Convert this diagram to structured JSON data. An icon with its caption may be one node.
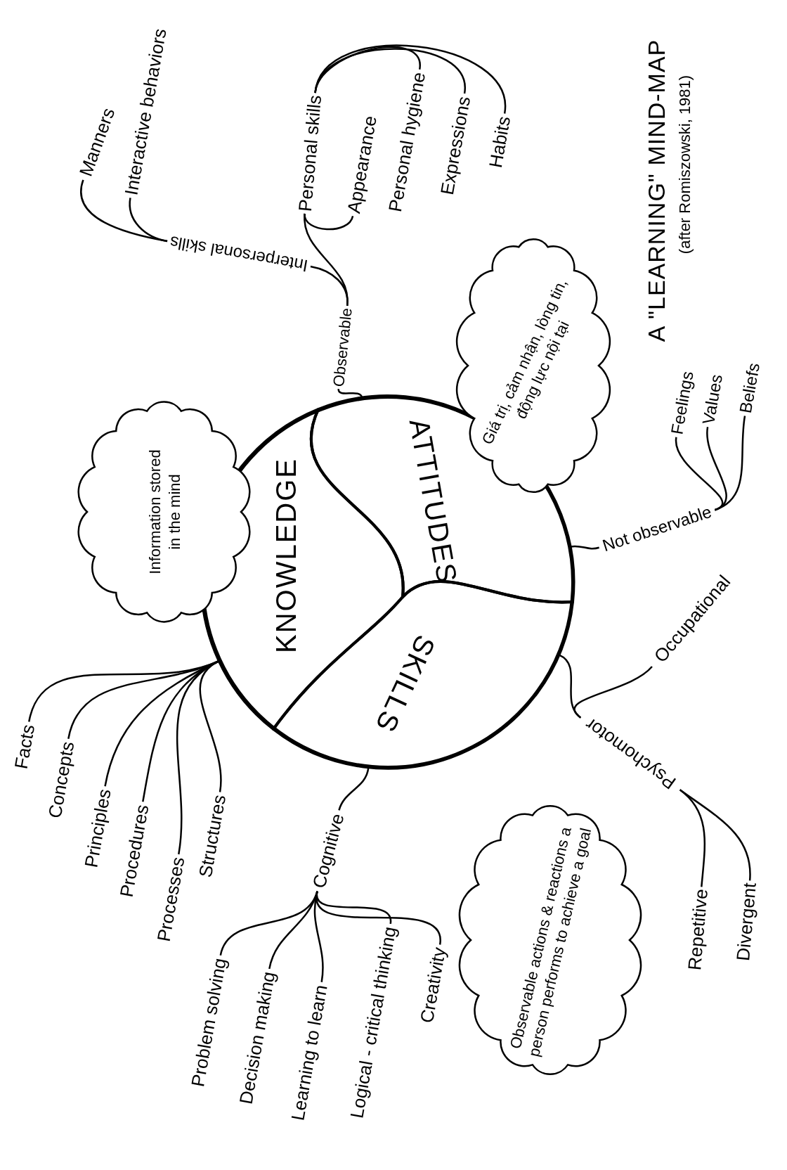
{
  "diagram": {
    "title": "A \"LEARNING\" MIND-MAP",
    "nodes": [
      {
        "text": [],
        "shape": "circle"
      },
      {
        "text": [
          "KNOWLEDGE"
        ],
        "in": 0
      },
      {
        "text": [
          "ATTITUDES"
        ],
        "in": 0
      },
      {
        "text": [
          "SKILLS"
        ],
        "in": 0
      },
      {
        "text": [
          "Information stored in the mind"
        ]
      },
      {
        "text": [
          "Giá trị, cảm nhận, lòng tin, động lực nội tại"
        ]
      },
      {
        "text": [
          "Observable actions & reactions a person performs to achieve a goal"
        ]
      },
      {
        "text": [
          "Facts"
        ]
      },
      {
        "text": [
          "Concepts"
        ]
      },
      {
        "text": [
          "Principles"
        ]
      },
      {
        "text": [
          "Procedures"
        ]
      },
      {
        "text": [
          "Processes"
        ]
      },
      {
        "text": [
          "Structures"
        ]
      },
      {
        "text": [
          "Observable"
        ]
      },
      {
        "text": [
          "Interpersonal skills"
        ]
      },
      {
        "text": [
          "Manners"
        ]
      },
      {
        "text": [
          "Interactive behaviors"
        ]
      },
      {
        "text": [
          "Personal skills"
        ]
      },
      {
        "text": [
          "Appearance"
        ]
      },
      {
        "text": [
          "Personal hygiene"
        ]
      },
      {
        "text": [
          "Expressions"
        ]
      },
      {
        "text": [
          "Habits"
        ]
      },
      {
        "text": [
          "Not observable"
        ]
      },
      {
        "text": [
          "Feelings"
        ]
      },
      {
        "text": [
          "Values"
        ]
      },
      {
        "text": [
          "Beliefs"
        ]
      },
      {
        "text": [
          "Cognitive"
        ]
      },
      {
        "text": [
          "Problem solving"
        ]
      },
      {
        "text": [
          "Decision making"
        ]
      },
      {
        "text": [
          "Learning to learn"
        ]
      },
      {
        "text": [
          "Logical - critical thinking"
        ]
      },
      {
        "text": [
          "Creativity"
        ]
      },
      {
        "text": [
          "Psychomotor"
        ]
      },
      {
        "text": [
          "Occupational"
        ]
      },
      {
        "text": [
          "Repetitive"
        ]
      },
      {
        "text": [
          "Divergent"
        ]
      }
    ],
    "edges": [
      {
        "from": 1,
        "to": 7,
        "arrow": "none"
      },
      {
        "from": 1,
        "to": 8,
        "arrow": "none"
      },
      {
        "from": 1,
        "to": 9,
        "arrow": "none"
      },
      {
        "from": 1,
        "to": 10,
        "arrow": "none"
      },
      {
        "from": 1,
        "to": 11,
        "arrow": "none"
      },
      {
        "from": 1,
        "to": 12,
        "arrow": "none"
      },
      {
        "from": 2,
        "to": 13,
        "arrow": "none"
      },
      {
        "from": 13,
        "to": 14,
        "arrow": "none"
      },
      {
        "from": 14,
        "to": 15,
        "arrow": "none"
      },
      {
        "from": 14,
        "to": 16,
        "arrow": "none"
      },
      {
        "from": 13,
        "to": 17,
        "arrow": "none"
      },
      {
        "from": 17,
        "to": 18,
        "arrow": "none"
      },
      {
        "from": 17,
        "to": 19,
        "arrow": "none"
      },
      {
        "from": 17,
        "to": 20,
        "arrow": "none"
      },
      {
        "from": 17,
        "to": 21,
        "arrow": "none"
      },
      {
        "from": 2,
        "to": 22,
        "arrow": "none"
      },
      {
        "from": 22,
        "to": 23,
        "arrow": "none"
      },
      {
        "from": 22,
        "to": 24,
        "arrow": "none"
      },
      {
        "from": 22,
        "to": 25,
        "arrow": "none"
      },
      {
        "from": 3,
        "to": 26,
        "arrow": "none"
      },
      {
        "from": 26,
        "to": 27,
        "arrow": "none"
      },
      {
        "from": 26,
        "to": 28,
        "arrow": "none"
      },
      {
        "from": 26,
        "to": 29,
        "arrow": "none"
      },
      {
        "from": 26,
        "to": 30,
        "arrow": "none"
      },
      {
        "from": 26,
        "to": 31,
        "arrow": "none"
      },
      {
        "from": 3,
        "to": 32,
        "arrow": "none"
      },
      {
        "from": 32,
        "to": 33,
        "arrow": "none"
      },
      {
        "from": 32,
        "to": 34,
        "arrow": "none"
      },
      {
        "from": 32,
        "to": 35,
        "arrow": "none"
      }
    ],
    "labels": [
      "(after Romiszowski, 1981)"
    ]
  }
}
